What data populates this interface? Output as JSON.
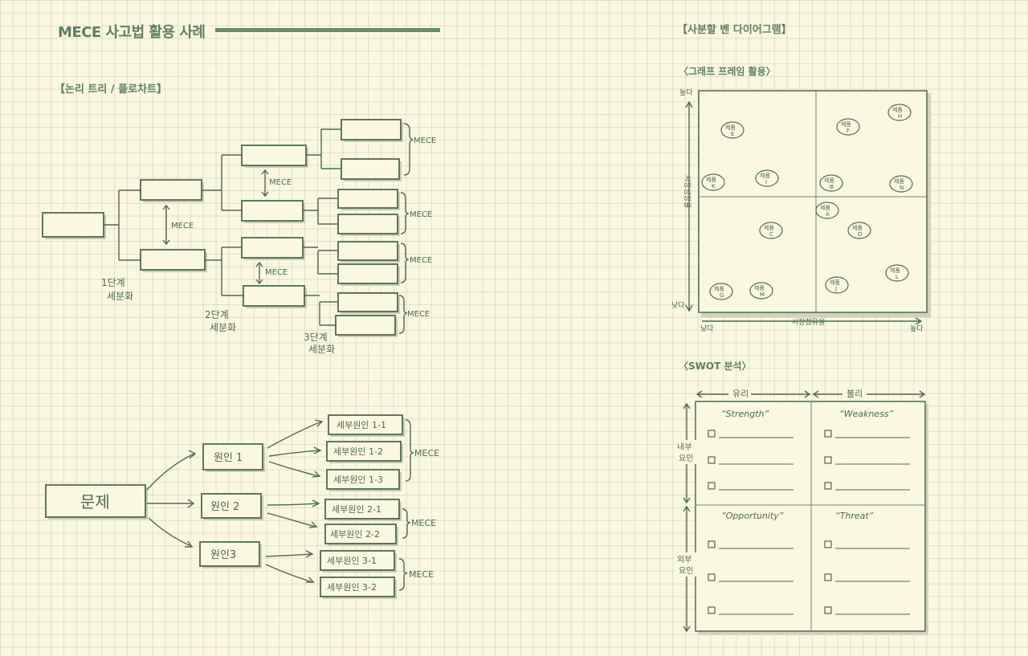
{
  "page": {
    "title": "MECE 사고법 활용 사례",
    "left_section": "【논리 트리 / 플로차트】",
    "right_section": "【사분할 벤 다이어그램】",
    "graph_frame_label": "〈그래프 프레임 활용〉",
    "swot_label": "〈SWOT 분석〉"
  },
  "tree": {
    "mece": "MECE",
    "level1": [
      "1단계",
      "세분화"
    ],
    "level2": [
      "2단계",
      "세분화"
    ],
    "level3": [
      "3단계",
      "세분화"
    ]
  },
  "flow": {
    "problem": "문제",
    "causes": [
      "원인 1",
      "원인 2",
      "원인3"
    ],
    "sub1": [
      "세부원인 1-1",
      "세부원인 1-2",
      "세부원인 1-3"
    ],
    "sub2": [
      "세부원인 2-1",
      "세부원인 2-2"
    ],
    "sub3": [
      "세부원인 3-1",
      "세부원인 3-2"
    ],
    "mece": "MECE"
  },
  "quadrant": {
    "y_axis": "시장성장률",
    "y_high": "높다",
    "y_low": "낮다",
    "x_axis": "시장점유율",
    "x_low": "낮다",
    "x_high": "높다",
    "products": [
      {
        "label": "제품",
        "letter": "E"
      },
      {
        "label": "제품",
        "letter": "F"
      },
      {
        "label": "제품",
        "letter": "H"
      },
      {
        "label": "제품",
        "letter": "K"
      },
      {
        "label": "제품",
        "letter": "I"
      },
      {
        "label": "제품",
        "letter": "B"
      },
      {
        "label": "제품",
        "letter": "N"
      },
      {
        "label": "제품",
        "letter": "A"
      },
      {
        "label": "제품",
        "letter": "C"
      },
      {
        "label": "제품",
        "letter": "D"
      },
      {
        "label": "제품",
        "letter": "L"
      },
      {
        "label": "제품",
        "letter": "G"
      },
      {
        "label": "제품",
        "letter": "M"
      },
      {
        "label": "제품",
        "letter": "J"
      }
    ]
  },
  "swot": {
    "favorable": "유리",
    "unfavorable": "불리",
    "internal": [
      "내부",
      "요인"
    ],
    "external": [
      "외부",
      "요인"
    ],
    "strength": "“Strength”",
    "weakness": "“Weakness”",
    "opportunity": "“Opportunity”",
    "threat": "“Threat”"
  },
  "colors": {
    "ink": "#4e6a52",
    "paper": "#fbf8e0",
    "accent": "#6b8a6e"
  }
}
